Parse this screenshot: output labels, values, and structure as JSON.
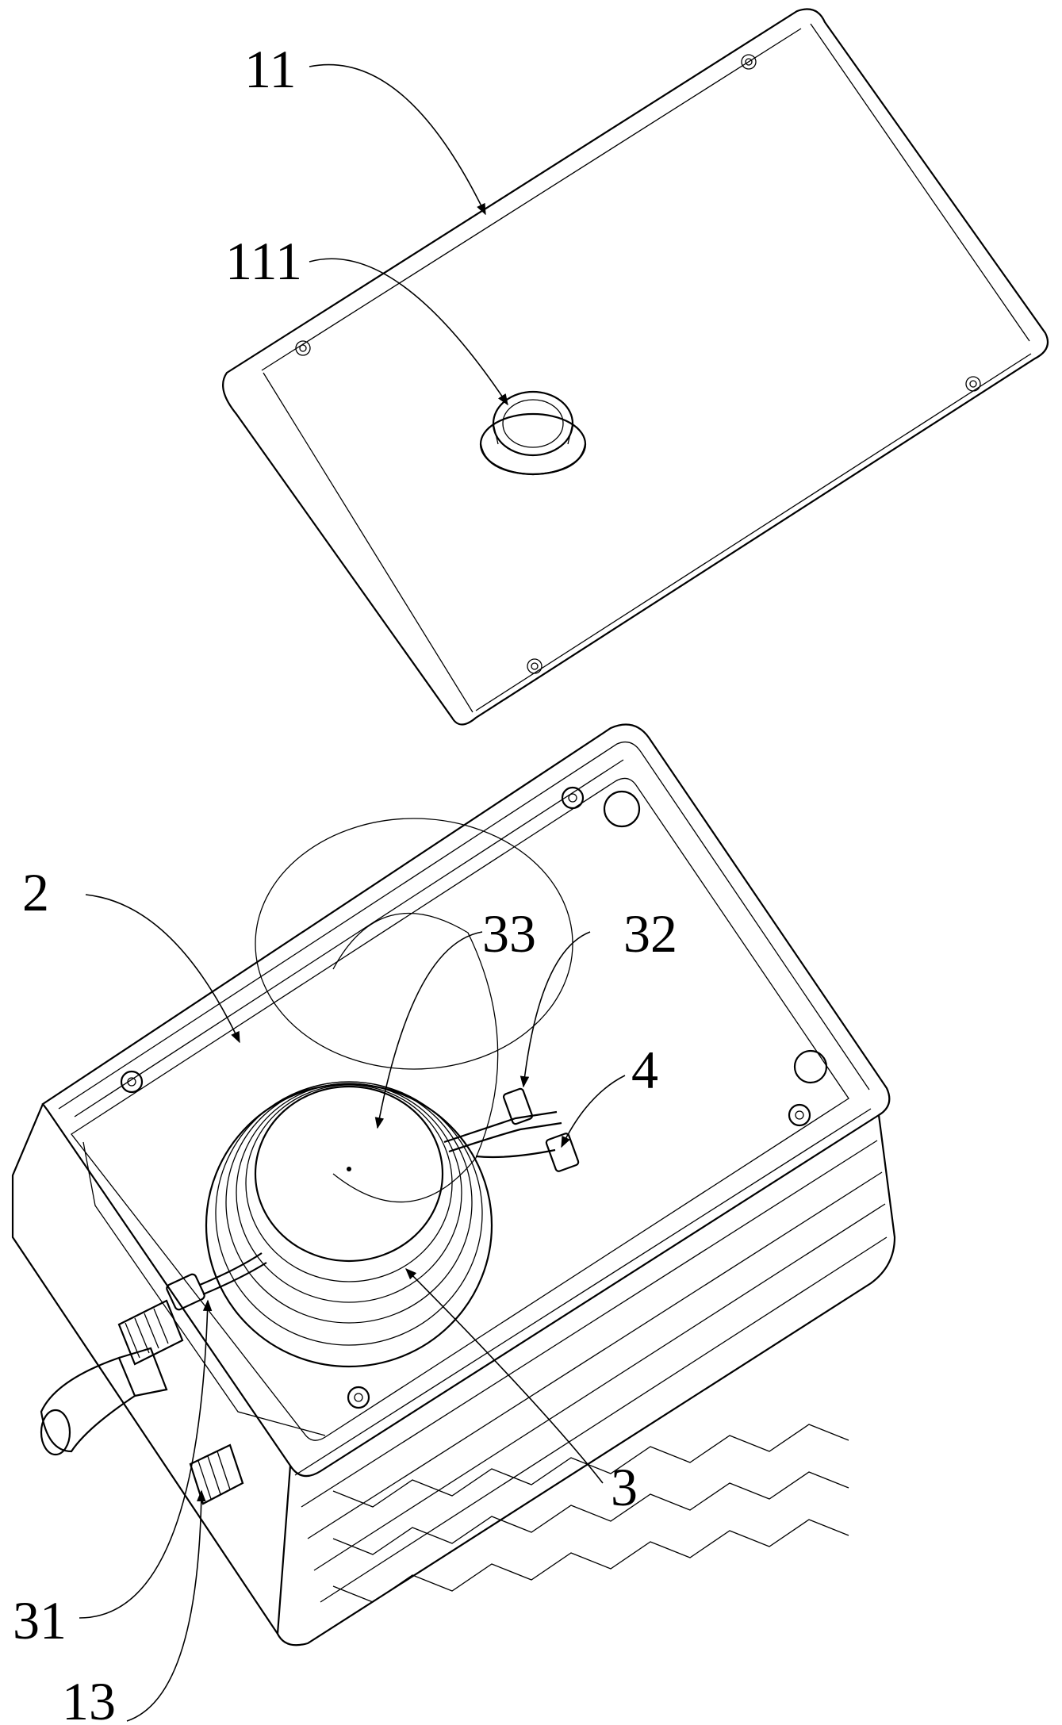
{
  "labels": {
    "cover": "11",
    "cover_port": "111",
    "housing": "2",
    "coil_top": "33",
    "coil_outlet": "32",
    "fitting": "4",
    "coil": "3",
    "coil_inlet": "31",
    "water_connector": "13"
  }
}
